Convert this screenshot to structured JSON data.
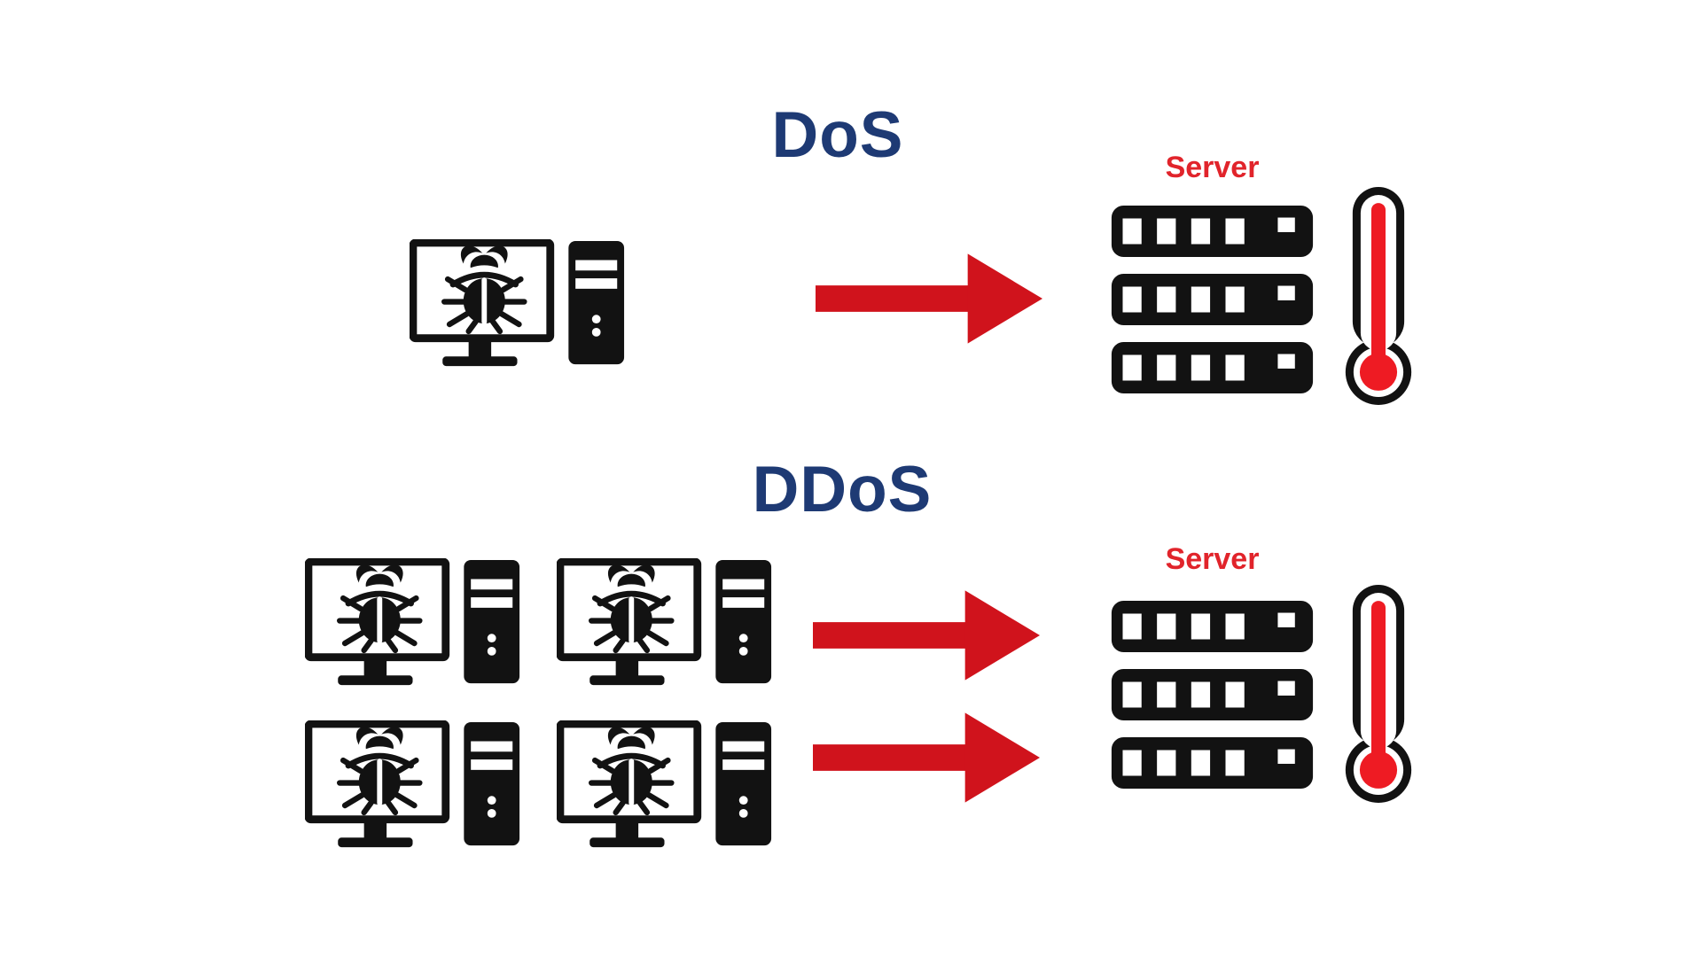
{
  "diagram": {
    "colors": {
      "background_white": "#ffffff",
      "title_navy": "#1e3a74",
      "server_label_red": "#e1242b",
      "arrow_red": "#d0131c",
      "icon_black": "#121212",
      "thermometer_red": "#ee1b23"
    },
    "sections": [
      {
        "title": "DoS",
        "attacker_count": 1,
        "arrow_count": 1,
        "server_label": "Server",
        "server_rack_rows": 3
      },
      {
        "title": "DDoS",
        "attacker_count": 4,
        "arrow_count": 2,
        "server_label": "Server",
        "server_rack_rows": 3
      }
    ],
    "icons": {
      "attacker": "infected-computer-icon",
      "malware": "bug-malware-icon",
      "attack": "attack-arrow-icon",
      "server": "server-rack-icon",
      "overload": "thermometer-hot-icon"
    }
  }
}
